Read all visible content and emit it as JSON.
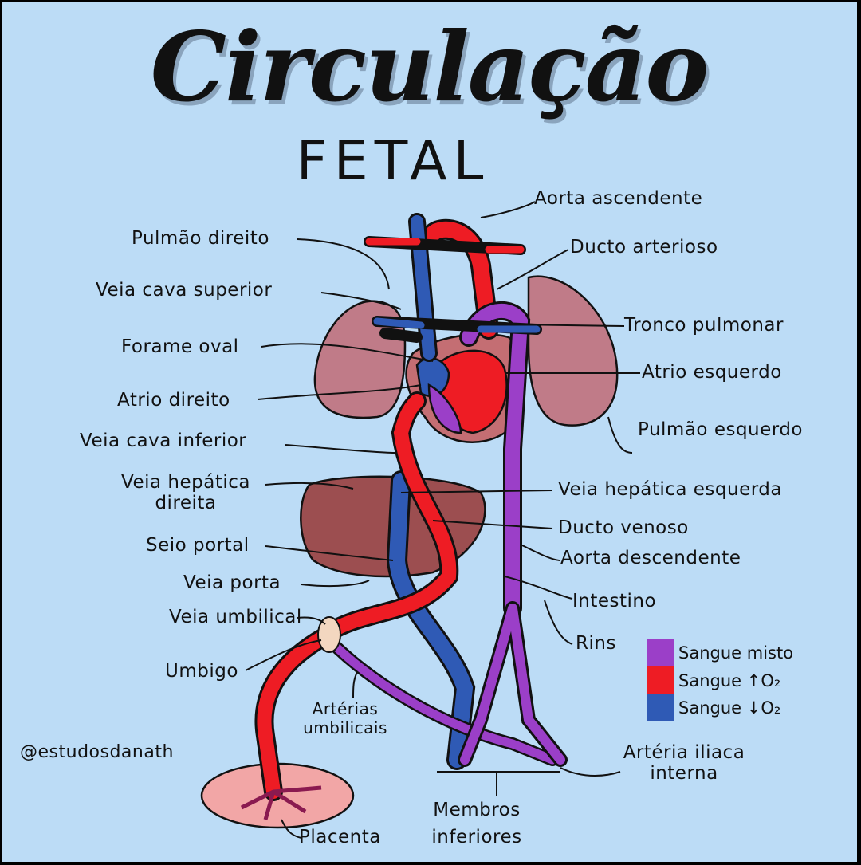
{
  "title": "Circulação",
  "subtitle": "FETAL",
  "labels": {
    "aorta_ascendente": "Aorta ascendente",
    "pulmao_direito": "Pulmão direito",
    "ducto_arterioso": "Ducto arterioso",
    "veia_cava_superior": "Veia cava superior",
    "tronco_pulmonar": "Tronco pulmonar",
    "forame_oval": "Forame oval",
    "atrio_esquerdo": "Atrio esquerdo",
    "atrio_direito": "Atrio direito",
    "pulmao_esquerdo": "Pulmão esquerdo",
    "veia_cava_inferior": "Veia cava inferior",
    "veia_hepatica_direita_1": "Veia hepática",
    "veia_hepatica_direita_2": "direita",
    "veia_hepatica_esquerda": "Veia hepática esquerda",
    "ducto_venoso": "Ducto venoso",
    "seio_portal": "Seio portal",
    "aorta_descendente": "Aorta descendente",
    "veia_porta": "Veia porta",
    "intestino": "Intestino",
    "veia_umbilical": "Veia umbilical",
    "rins": "Rins",
    "umbigo": "Umbigo",
    "arterias_umbilicais_1": "Artérias",
    "arterias_umbilicais_2": "umbilicais",
    "arteria_iliaca_1": "Artéria iliaca",
    "arteria_iliaca_2": "interna",
    "membros_1": "Membros",
    "membros_2": "inferiores",
    "placenta": "Placenta"
  },
  "credit": "@estudosdanath",
  "legend": [
    {
      "label": "Sangue misto",
      "color": "#9b3fc8"
    },
    {
      "label": "Sangue ↑O₂",
      "color": "#ee1c24"
    },
    {
      "label": "Sangue ↓O₂",
      "color": "#2f5ab5"
    }
  ]
}
